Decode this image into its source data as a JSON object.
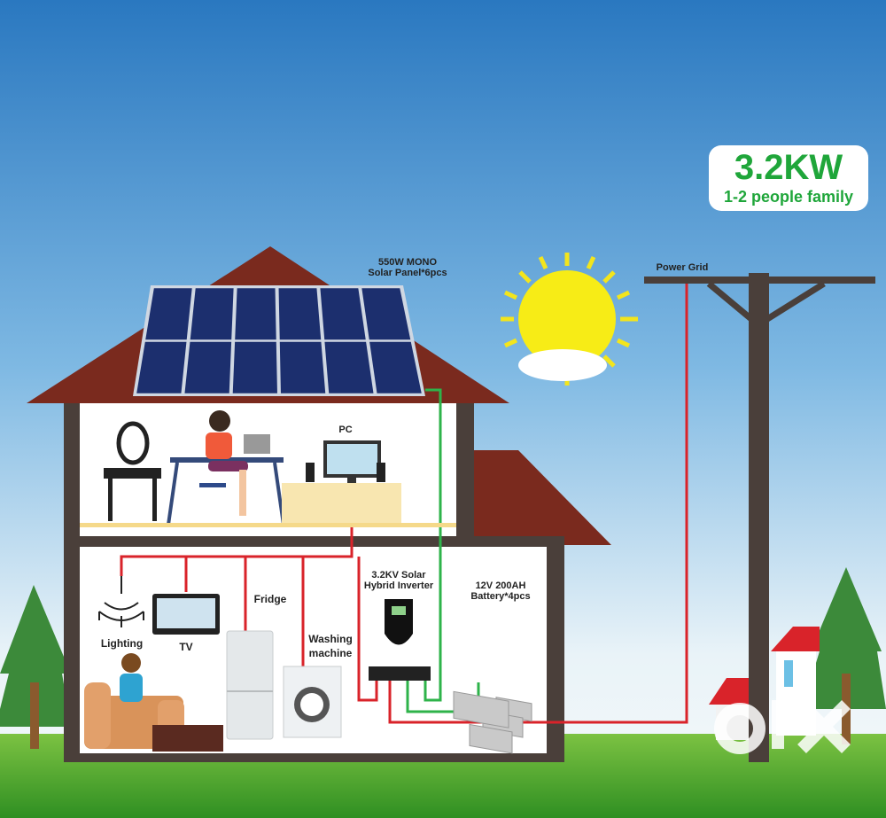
{
  "badge": {
    "power": "3.2KW",
    "family": "1-2 people family"
  },
  "labels": {
    "solar_panel_line1": "550W MONO",
    "solar_panel_line2": "Solar Panel*6pcs",
    "power_grid": "Power Grid",
    "pc": "PC",
    "inverter_line1": "3.2KV Solar",
    "inverter_line2": "Hybrid Inverter",
    "battery_line1": "12V 200AH",
    "battery_line2": "Battery*4pcs",
    "lighting": "Lighting",
    "tv": "TV",
    "fridge": "Fridge",
    "washing_line1": "Washing",
    "washing_line2": "machine"
  },
  "watermark": "olx",
  "colors": {
    "accent": "#1fa63a",
    "roof": "#7a2a1e",
    "wire_ac": "#d9232a",
    "wire_dc": "#2eb34a"
  }
}
